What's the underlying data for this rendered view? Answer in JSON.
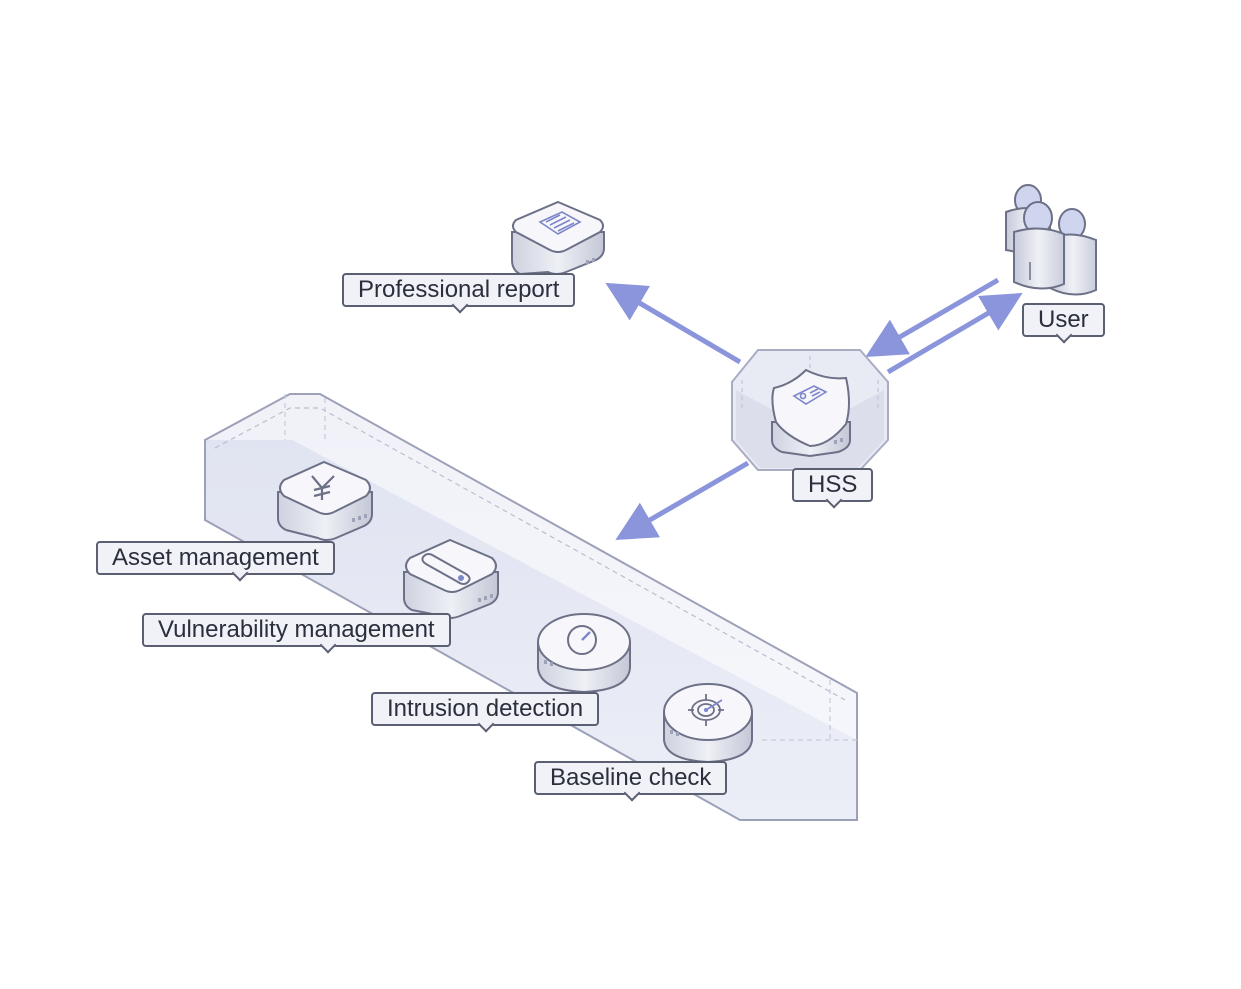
{
  "colors": {
    "arrow": "#8a95dc",
    "outline": "#6d7187",
    "label_bg": "#f1f2f7",
    "label_border": "#5a5f72",
    "label_text": "#2b2f3d",
    "tray_fill": "#e4e6f2",
    "node_top": "#f7f7fb",
    "node_side": "#d9dbe6",
    "accent_icon": "#7c86c9"
  },
  "nodes": {
    "professional_report": {
      "label": "Professional report",
      "icon": "document-icon"
    },
    "user": {
      "label": "User",
      "icon": "users-icon"
    },
    "hss": {
      "label": "HSS",
      "icon": "shield-icon"
    },
    "asset_management": {
      "label": "Asset management",
      "icon": "yen-icon"
    },
    "vulnerability_management": {
      "label": "Vulnerability management",
      "icon": "thermometer-icon"
    },
    "intrusion_detection": {
      "label": "Intrusion detection",
      "icon": "gauge-icon"
    },
    "baseline_check": {
      "label": "Baseline check",
      "icon": "target-icon"
    }
  },
  "edges": [
    {
      "from": "hss",
      "to": "professional_report"
    },
    {
      "from": "user",
      "to": "hss"
    },
    {
      "from": "hss",
      "to": "user"
    },
    {
      "from": "hss",
      "to": "feature_group"
    }
  ]
}
